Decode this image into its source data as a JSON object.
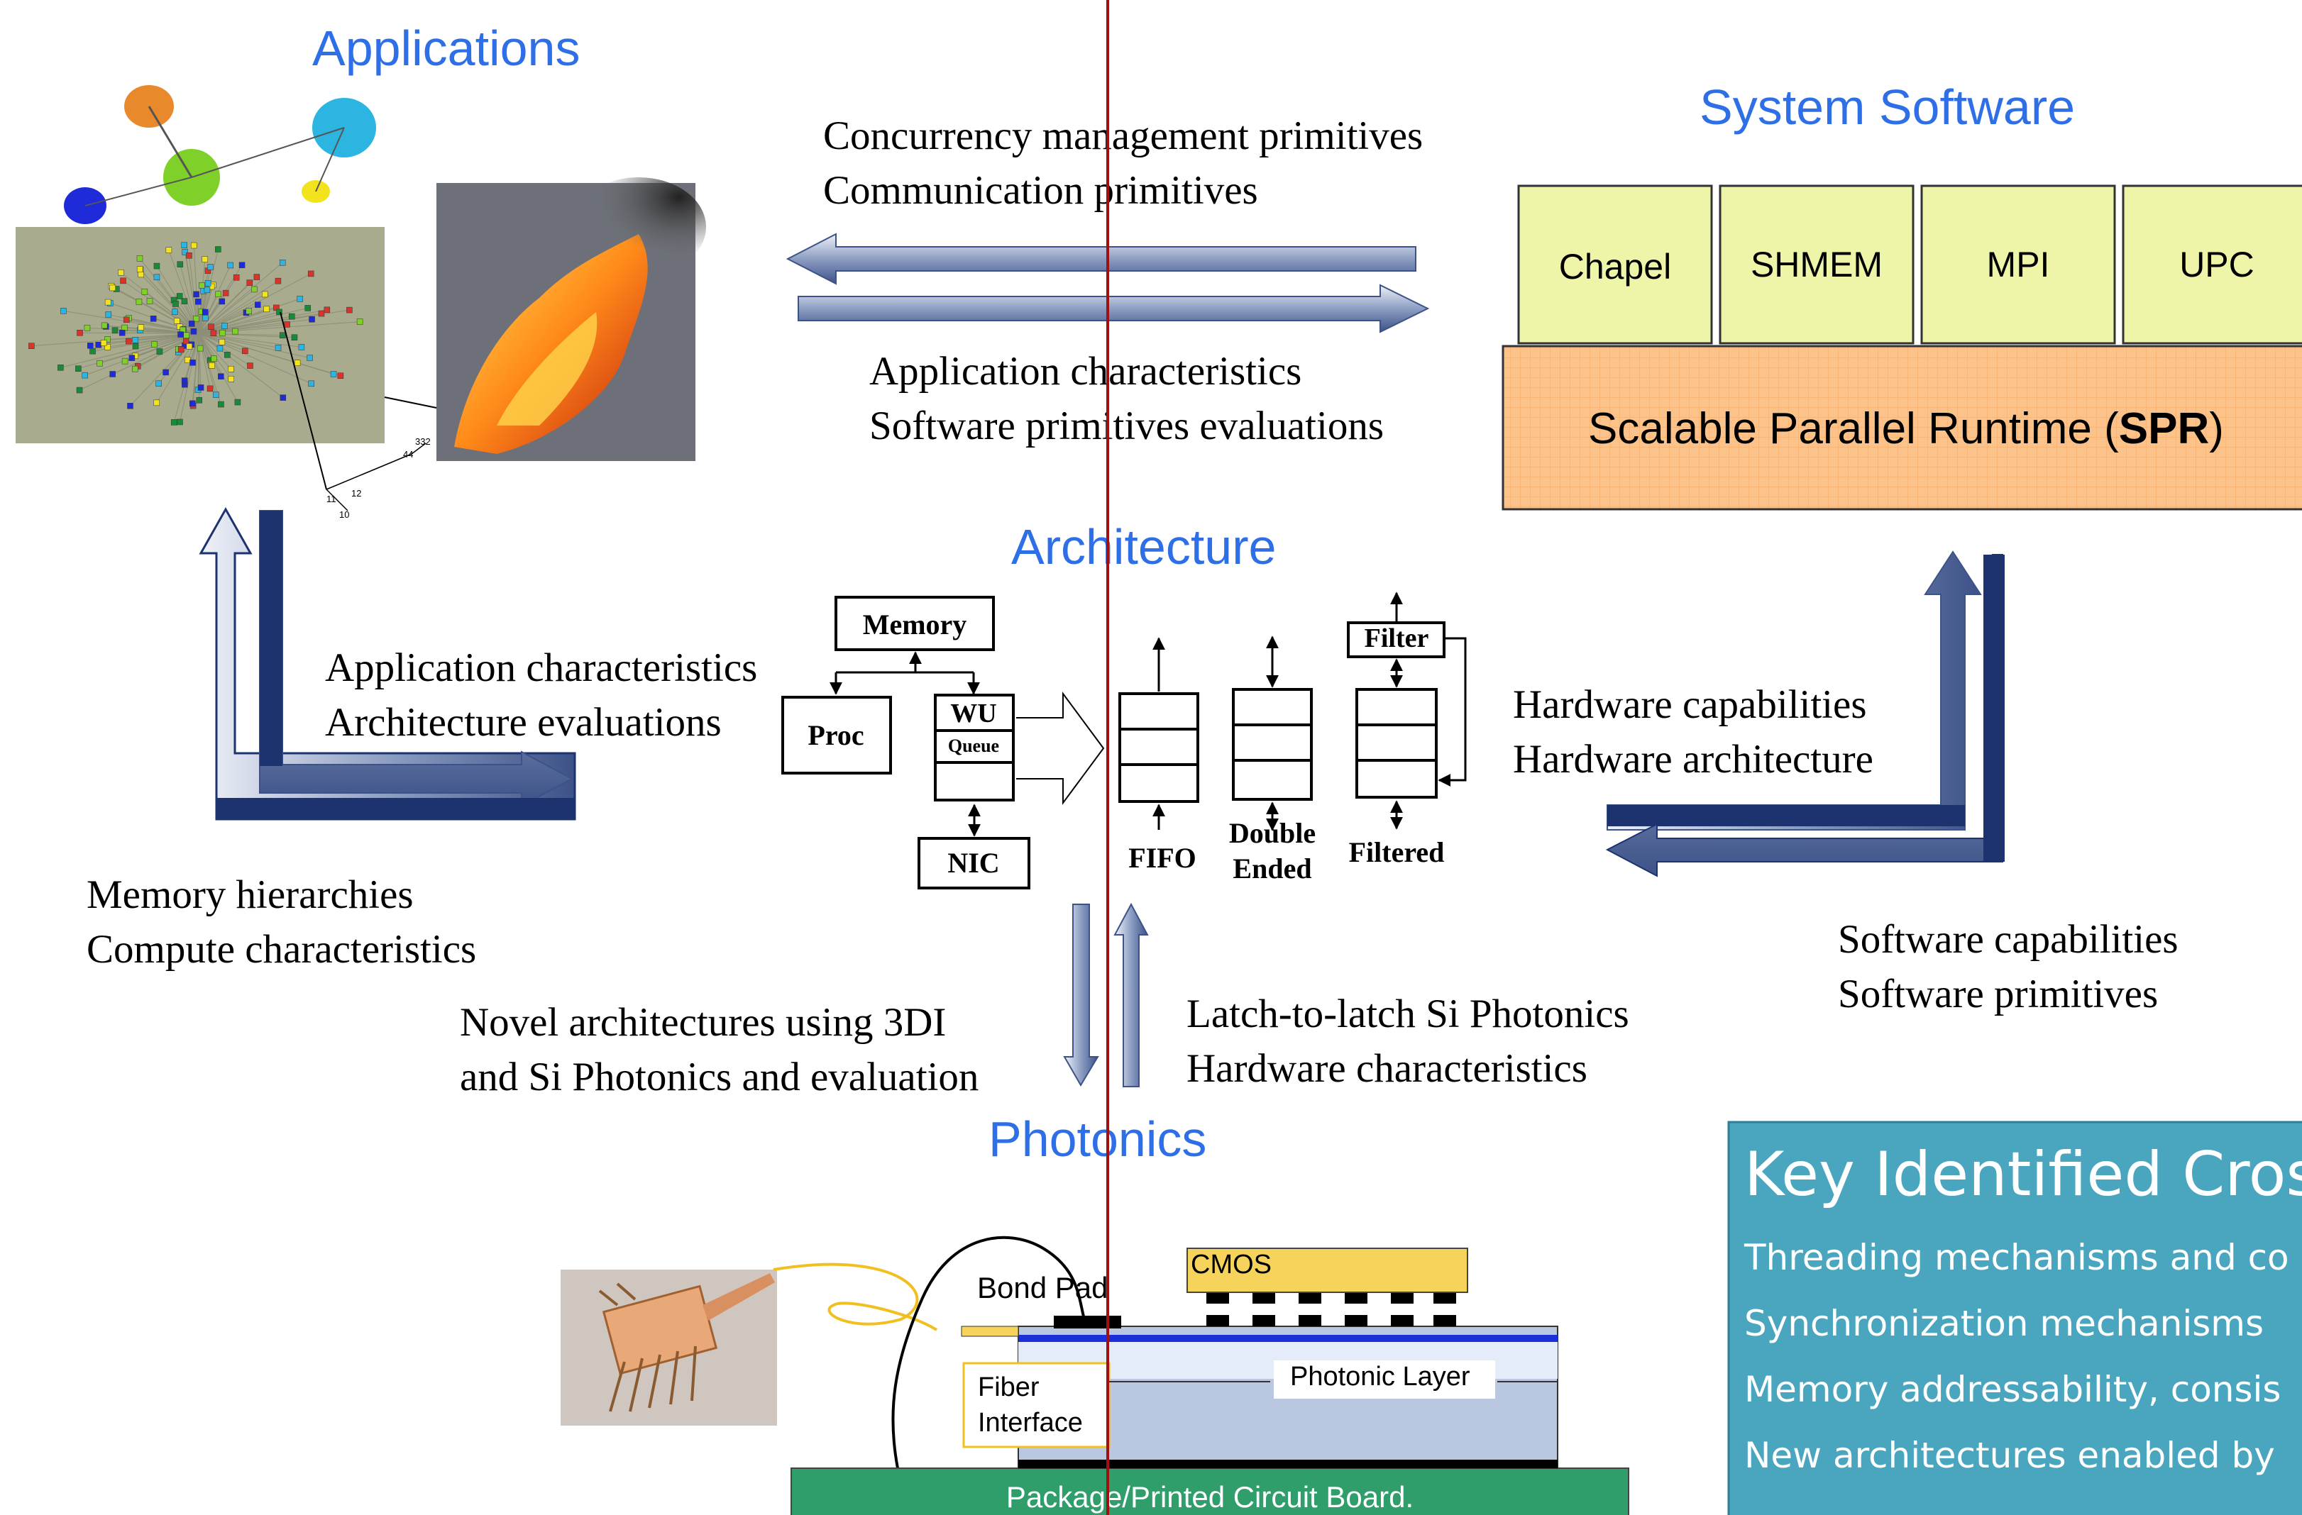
{
  "sections": {
    "applications": "Applications",
    "system_software": "System Software",
    "architecture": "Architecture",
    "photonics": "Photonics"
  },
  "arrow_labels": {
    "top_left_1": "Concurrency management primitives",
    "top_left_2": "Communication primitives",
    "top_right_1": "Application characteristics",
    "top_right_2": "Software primitives evaluations",
    "app_arch_1": "Application characteristics",
    "app_arch_2": "Architecture evaluations",
    "arch_app_1": "Memory hierarchies",
    "arch_app_2": "Compute characteristics",
    "arch_sw_1": "Hardware capabilities",
    "arch_sw_2": "Hardware architecture",
    "sw_arch_1": "Software capabilities",
    "sw_arch_2": "Software primitives",
    "arch_ph_1": "Novel architectures using 3DI",
    "arch_ph_2": "and Si Photonics and evaluation",
    "ph_arch_1": "Latch-to-latch Si Photonics",
    "ph_arch_2": "Hardware characteristics"
  },
  "system_software": {
    "models": [
      "Chapel",
      "SHMEM",
      "MPI",
      "UPC"
    ],
    "runtime_prefix": "Scalable Parallel Runtime (",
    "runtime_bold": "SPR",
    "runtime_suffix": ")"
  },
  "architecture_diagram": {
    "memory": "Memory",
    "proc": "Proc",
    "wu": "WU",
    "queue": "Queue",
    "nic": "NIC",
    "filter": "Filter",
    "fifo": "FIFO",
    "double_ended_1": "Double",
    "double_ended_2": "Ended",
    "filtered": "Filtered"
  },
  "photonics_diagram": {
    "cmos": "CMOS",
    "bond_pad": "Bond Pad",
    "fiber_1": "Fiber",
    "fiber_2": "Interface",
    "photonic_layer": "Photonic Layer",
    "board": "Package/Printed Circuit Board."
  },
  "graph_labels": [
    "332",
    "44",
    "12",
    "11",
    "10"
  ],
  "key_box": {
    "title": "Key Identified Cros",
    "items": [
      "Threading mechanisms and co",
      "Synchronization mechanisms",
      "Memory addressability, consis",
      "New architectures enabled by"
    ]
  },
  "colors": {
    "section_title": "#2e6fe8",
    "yellow_box": "#eef5a8",
    "runtime_box": "#fbc38a",
    "key_box": "#4aa6bf",
    "board": "#2f9e6b",
    "divider": "#a01010",
    "arrow_dark": "#1d3370",
    "arrow_light": "#98a8c8"
  }
}
